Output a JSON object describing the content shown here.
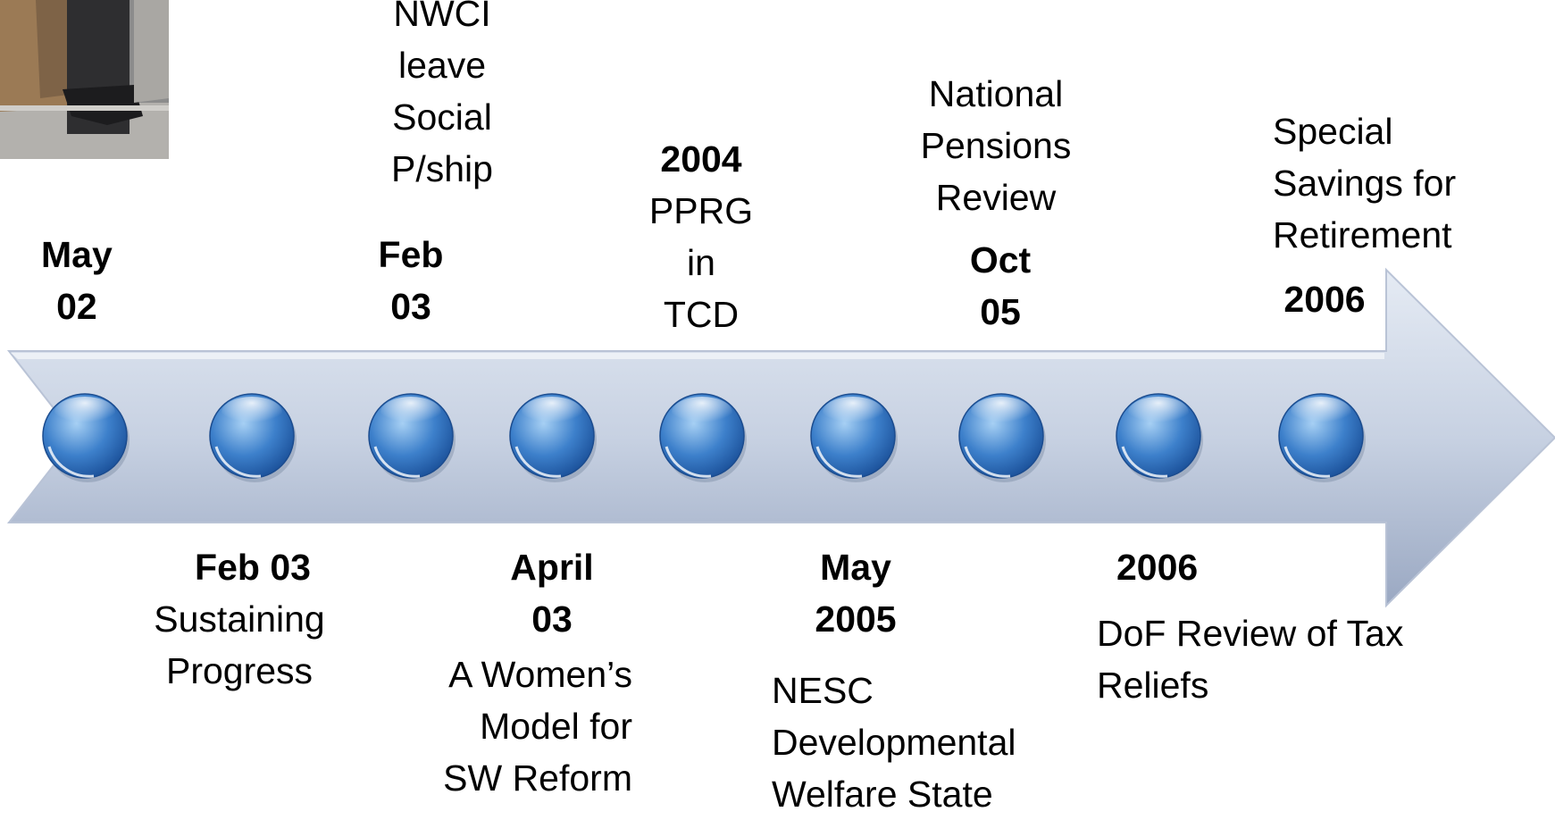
{
  "timeline": {
    "top": [
      {
        "date": "May\n02",
        "text": ""
      },
      {
        "date": "Feb\n03",
        "text": "NWCI\nleave\nSocial\nP/ship"
      },
      {
        "date": "2004",
        "text": "PPRG\nin\nTCD"
      },
      {
        "date": "Oct\n05",
        "text": "National\nPensions\nReview"
      },
      {
        "date": "2006",
        "text": "Special\nSavings for\nRetirement"
      }
    ],
    "bottom": [
      {
        "date": "Feb 03",
        "text": "Sustaining\nProgress"
      },
      {
        "date": "April\n03",
        "text": "A Women’s\nModel for\nSW Reform"
      },
      {
        "date": "May\n2005",
        "text": "NESC\nDevelopmental\nWelfare State"
      },
      {
        "date": "2006",
        "text": "DoF Review of Tax\nReliefs"
      }
    ]
  },
  "colors": {
    "arrow_light": "#dfe6f1",
    "arrow_dark": "#98a6c0",
    "dot_light": "#8fc0ee",
    "dot_dark": "#1f5fae"
  }
}
